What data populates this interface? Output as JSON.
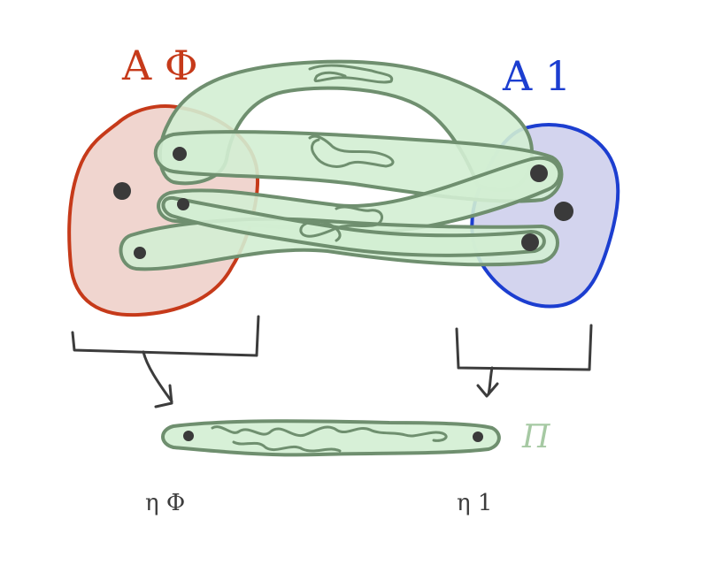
{
  "labels": {
    "set_a0": "A Φ",
    "set_a1": "A 1",
    "collection_label": "Π",
    "point_0": "η Φ",
    "point_1": "η 1"
  },
  "colors": {
    "a0_fill": "#f0d5cf",
    "a0_stroke": "#c63a1a",
    "a1_fill": "#d3d4ee",
    "a1_stroke": "#1c3ed0",
    "pi_fill": "#d3eed3",
    "pi_stroke": "#6f8f6f",
    "pi_text": "#a6c9a3",
    "ink": "#3c3c3c",
    "dot": "#3a3a3a",
    "a0_text": "#c63a1a",
    "a1_text": "#1c3ed0"
  }
}
